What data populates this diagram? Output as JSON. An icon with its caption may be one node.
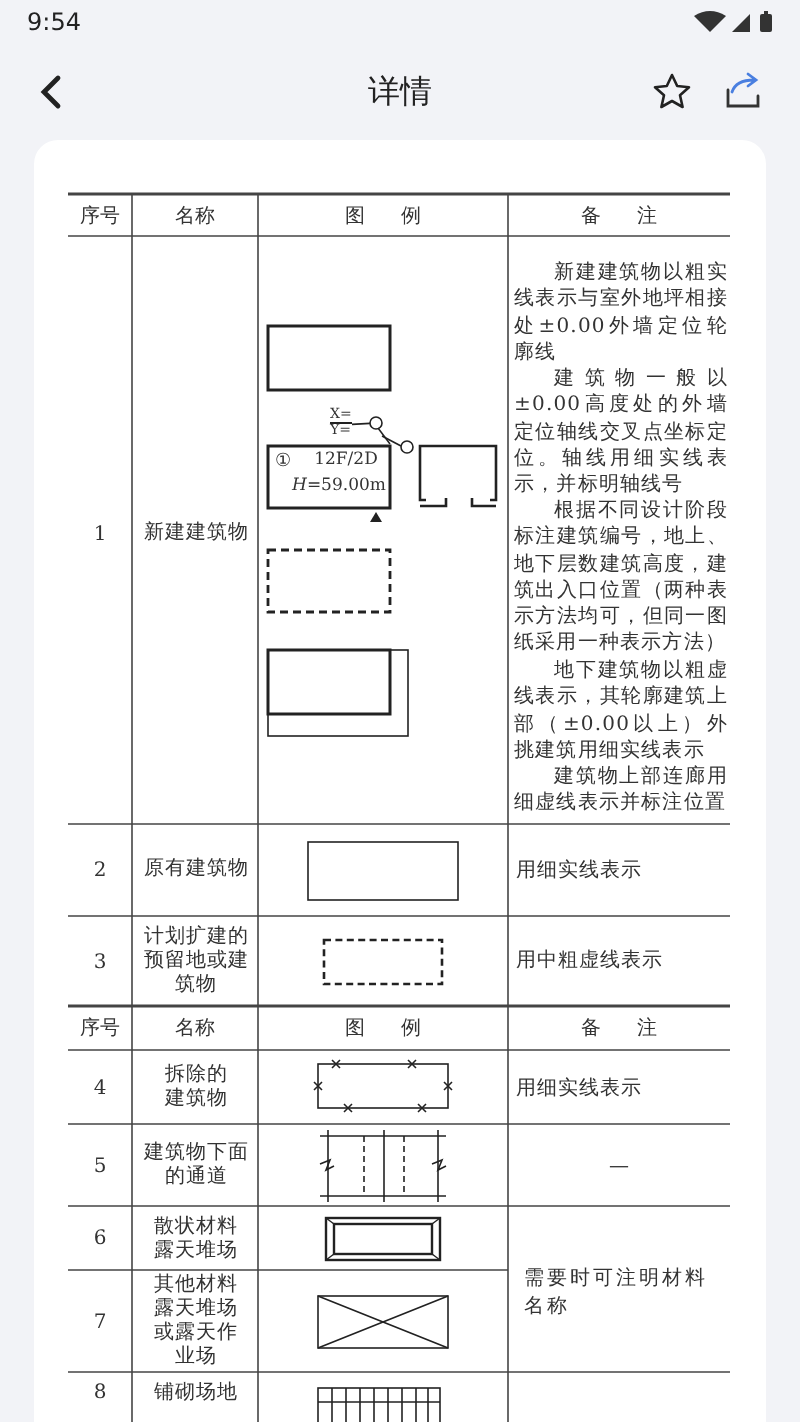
{
  "diagram": {
    "title": "详情",
    "nodes": [
      {
        "text": [
          "X=",
          "Y="
        ]
      },
      {
        "text": [],
        "shape": "circle"
      }
    ],
    "edges": [
      {
        "from": 0,
        "to": 1,
        "arrow": "none"
      }
    ],
    "labels": [
      "9:54",
      "序号",
      "名称",
      "图 例",
      "备 注",
      "1",
      "新建建筑物",
      "①",
      "12F/2D",
      "*H*=59.00m",
      "新建建筑物以粗实线表示与室外地坪相接处±0.00外墙定位轮廓线",
      "建筑物一般以±0.00高度处的外墙定位轴线交叉点坐标定位。轴线用细实线表示，并标明轴线号",
      "根据不同设计阶段标注建筑编号，地上、地下层数建筑高度，建筑出入口位置（两种表示方法均可，但同一图纸采用一种表示方法）",
      "地下建筑物以粗虚线表示，其轮廓建筑上部（±0.00以上）外挑建筑用细实线表示",
      "建筑物上部连廊用细虚线表示并标注位置",
      "2",
      "原有建筑物",
      "用细实线表示",
      "3",
      "计划扩建的预留地或建筑物",
      "用中粗虚线表示",
      "序号",
      "名称",
      "图 例",
      "备 注",
      "4",
      "拆除的建筑物",
      "用细实线表示",
      "5",
      "建筑物下面的通道",
      "—",
      "6",
      "散状材料露天堆场",
      "需要时可注明材料名称",
      "7",
      "其他材料露天堆场或露天作业场",
      "8",
      "铺砌场地"
    ]
  }
}
